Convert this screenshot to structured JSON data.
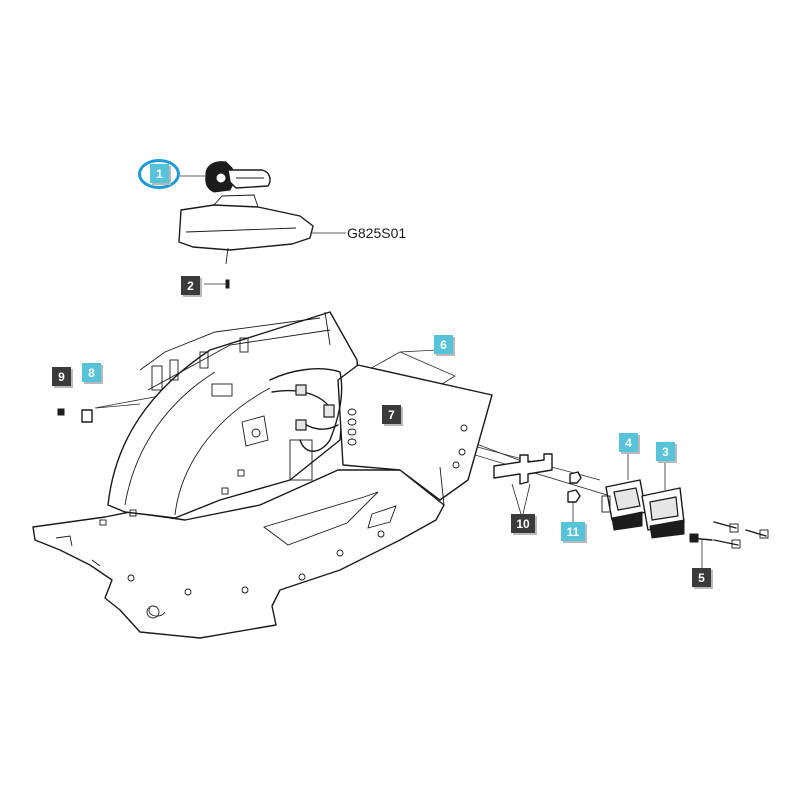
{
  "diagram": {
    "part_code": "G825S01",
    "callouts": [
      {
        "id": "c1",
        "label": "1",
        "style": "cyan"
      },
      {
        "id": "c2",
        "label": "2",
        "style": "dark"
      },
      {
        "id": "c3",
        "label": "3",
        "style": "cyan"
      },
      {
        "id": "c4",
        "label": "4",
        "style": "cyan"
      },
      {
        "id": "c5",
        "label": "5",
        "style": "dark"
      },
      {
        "id": "c6",
        "label": "6",
        "style": "cyan"
      },
      {
        "id": "c7",
        "label": "7",
        "style": "dark"
      },
      {
        "id": "c8",
        "label": "8",
        "style": "cyan"
      },
      {
        "id": "c9",
        "label": "9",
        "style": "dark"
      },
      {
        "id": "c10",
        "label": "10",
        "style": "dark"
      },
      {
        "id": "c11",
        "label": "11",
        "style": "cyan"
      }
    ],
    "highlighted_callout": "1",
    "colors": {
      "cyan_callout": "#56c3d8",
      "dark_callout": "#3a3a3a",
      "highlight_ring": "#1d9bd7",
      "line_art": "#1a1a1a"
    }
  }
}
